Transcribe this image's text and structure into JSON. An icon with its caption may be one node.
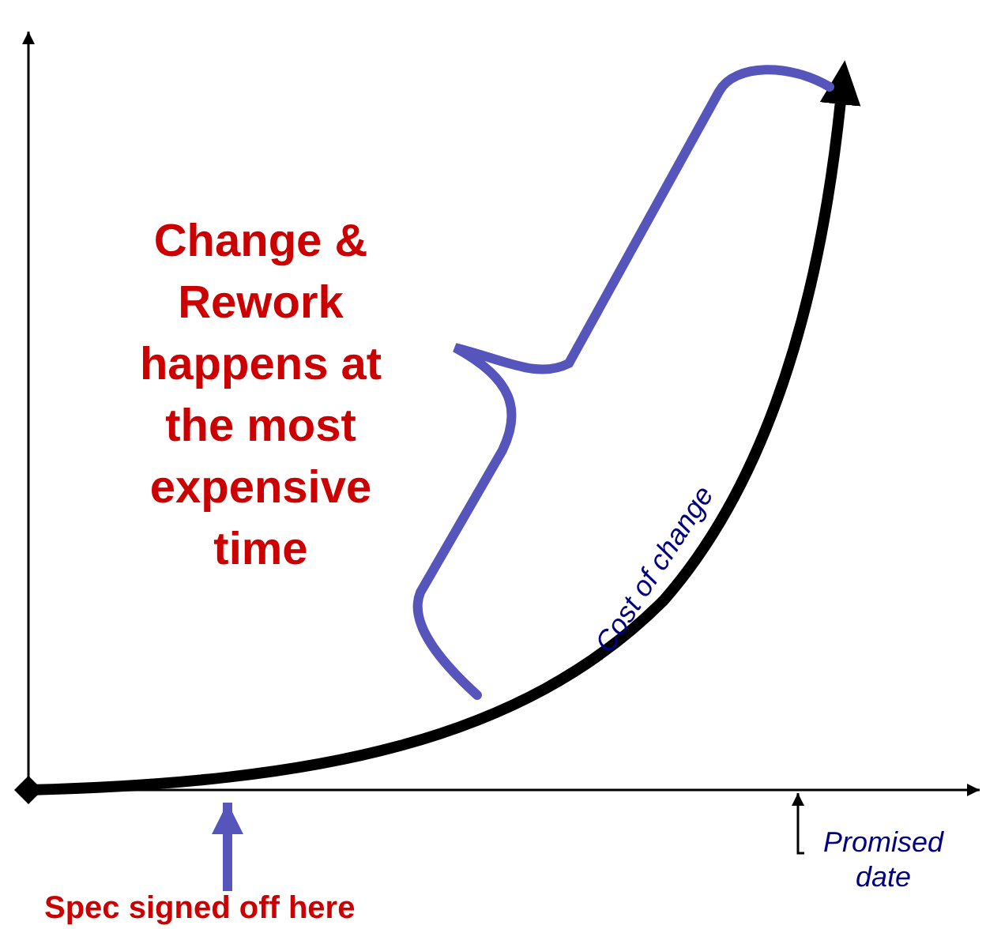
{
  "diagram": {
    "nodes": [
      {
        "text": [
          "Spec signed off here"
        ]
      },
      {
        "text": [
          "Promised date"
        ]
      }
    ],
    "edges": [
      {
        "from": 0,
        "to": null,
        "arrow": "to",
        "color": "#5555bb",
        "style": "thick"
      },
      {
        "from": 1,
        "to": null,
        "arrow": "to",
        "color": "#000000"
      }
    ],
    "labels": [
      "Change & Rework happens at the most expensive time",
      "Cost of change"
    ]
  }
}
